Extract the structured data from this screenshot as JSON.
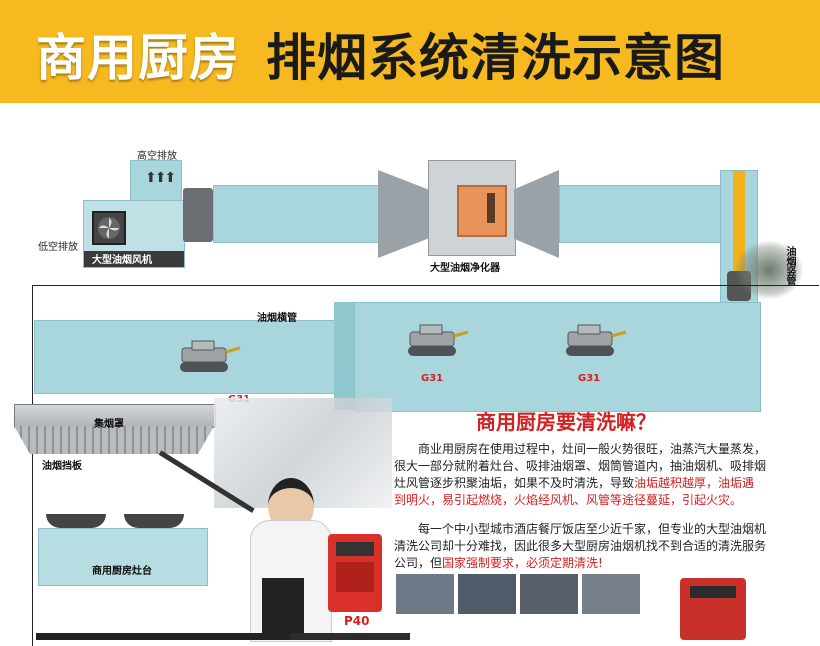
{
  "title": {
    "part1": "商用厨房",
    "part2": "排烟系统清洗示意图"
  },
  "labels": {
    "high_exhaust": "高空排放",
    "low_exhaust": "低空排放",
    "fan": "大型油烟风机",
    "purifier": "大型油烟净化器",
    "vertical_pipe": "油烟竖管",
    "horizontal_pipe": "油烟横管",
    "hood": "集烟罩",
    "baffle": "油烟挡板",
    "stove": "商用厨房灶台",
    "robot_1": "G31",
    "robot_2": "G31",
    "robot_3": "G31",
    "machine": "P40"
  },
  "info": {
    "heading": "商用厨房要清洗嘛？",
    "p1_a": "商业用厨房在使用过程中，灶间一般火势很旺，油蒸汽大量蒸发，很大一部分就附着灶台、吸排油烟罩、烟筒管道内，抽油烟机、吸排烟灶风管逐步积聚油垢，如果不及时清洗，导致",
    "p1_red": "油垢越积越厚，油垢遇到明火，易引起燃烧，火焰经风机、风管等途径蔓延，引起火灾。",
    "p2_a": "每一个中小型城市酒店餐厅饭店至少近千家，但专业的大型油烟机清洗公司却十分难找，因此很多大型厨房油烟机找不到合适的清洗服务公司，但",
    "p2_red": "国家强制要求，必须定期清洗!"
  },
  "colors": {
    "banner": "#f6b91f",
    "duct": "#a9d6dc",
    "accent_red": "#d32020",
    "purifier_core": "#e8935a"
  }
}
